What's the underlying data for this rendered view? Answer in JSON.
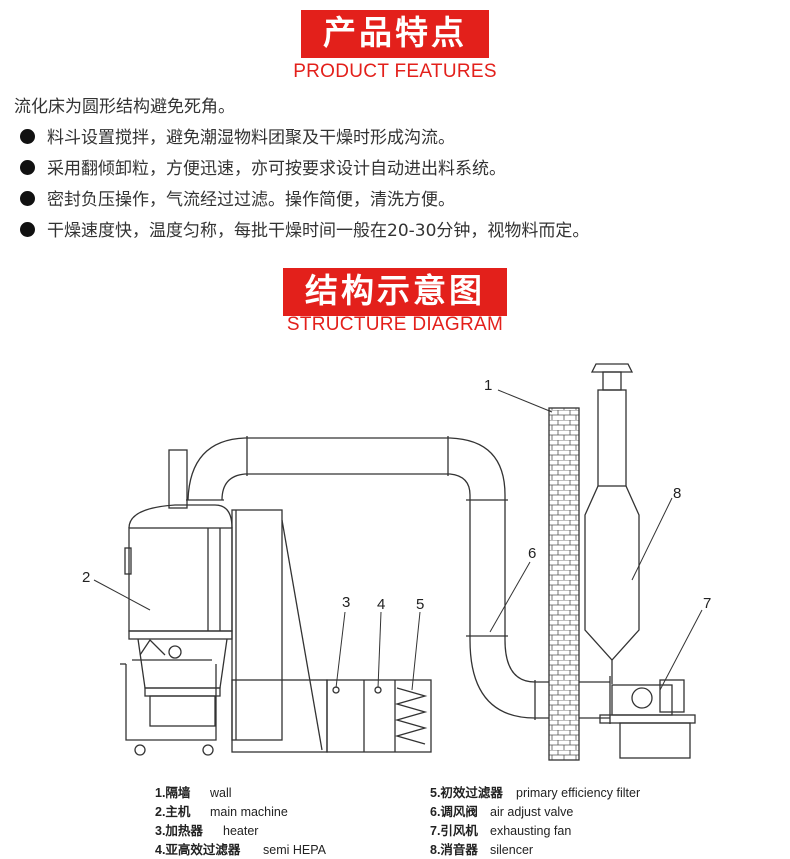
{
  "header1": {
    "title": "产品特点",
    "subtitle": "PRODUCT FEATURES"
  },
  "features": {
    "intro": "流化床为圆形结构避免死角。",
    "bullets": [
      "料斗设置搅拌，避免潮湿物料团聚及干燥时形成沟流。",
      "采用翻倾卸粒，方便迅速，亦可按要求设计自动进出料系统。",
      "密封负压操作，气流经过过滤。操作简便，清洗方便。",
      "干燥速度快，温度匀称，每批干燥时间一般在20-30分钟，视物料而定。"
    ]
  },
  "header2": {
    "title": "结构示意图",
    "subtitle": "STRUCTURE DIAGRAM"
  },
  "diagram": {
    "callouts": [
      "1",
      "2",
      "3",
      "4",
      "5",
      "6",
      "7",
      "8"
    ],
    "legend": [
      {
        "cn": "1.隔墙",
        "en": "wall"
      },
      {
        "cn": "2.主机",
        "en": "main machine"
      },
      {
        "cn": "3.加热器",
        "en": "heater"
      },
      {
        "cn": "4.亚高效过滤器",
        "en": "semi HEPA"
      },
      {
        "cn": "5.初效过滤器",
        "en": "primary efficiency filter"
      },
      {
        "cn": "6.调风阀",
        "en": "air adjust valve"
      },
      {
        "cn": "7.引风机",
        "en": "exhausting fan"
      },
      {
        "cn": "8.消音器",
        "en": "silencer"
      }
    ]
  },
  "colors": {
    "accent": "#e3201b",
    "text": "#222222",
    "line": "#333333"
  }
}
